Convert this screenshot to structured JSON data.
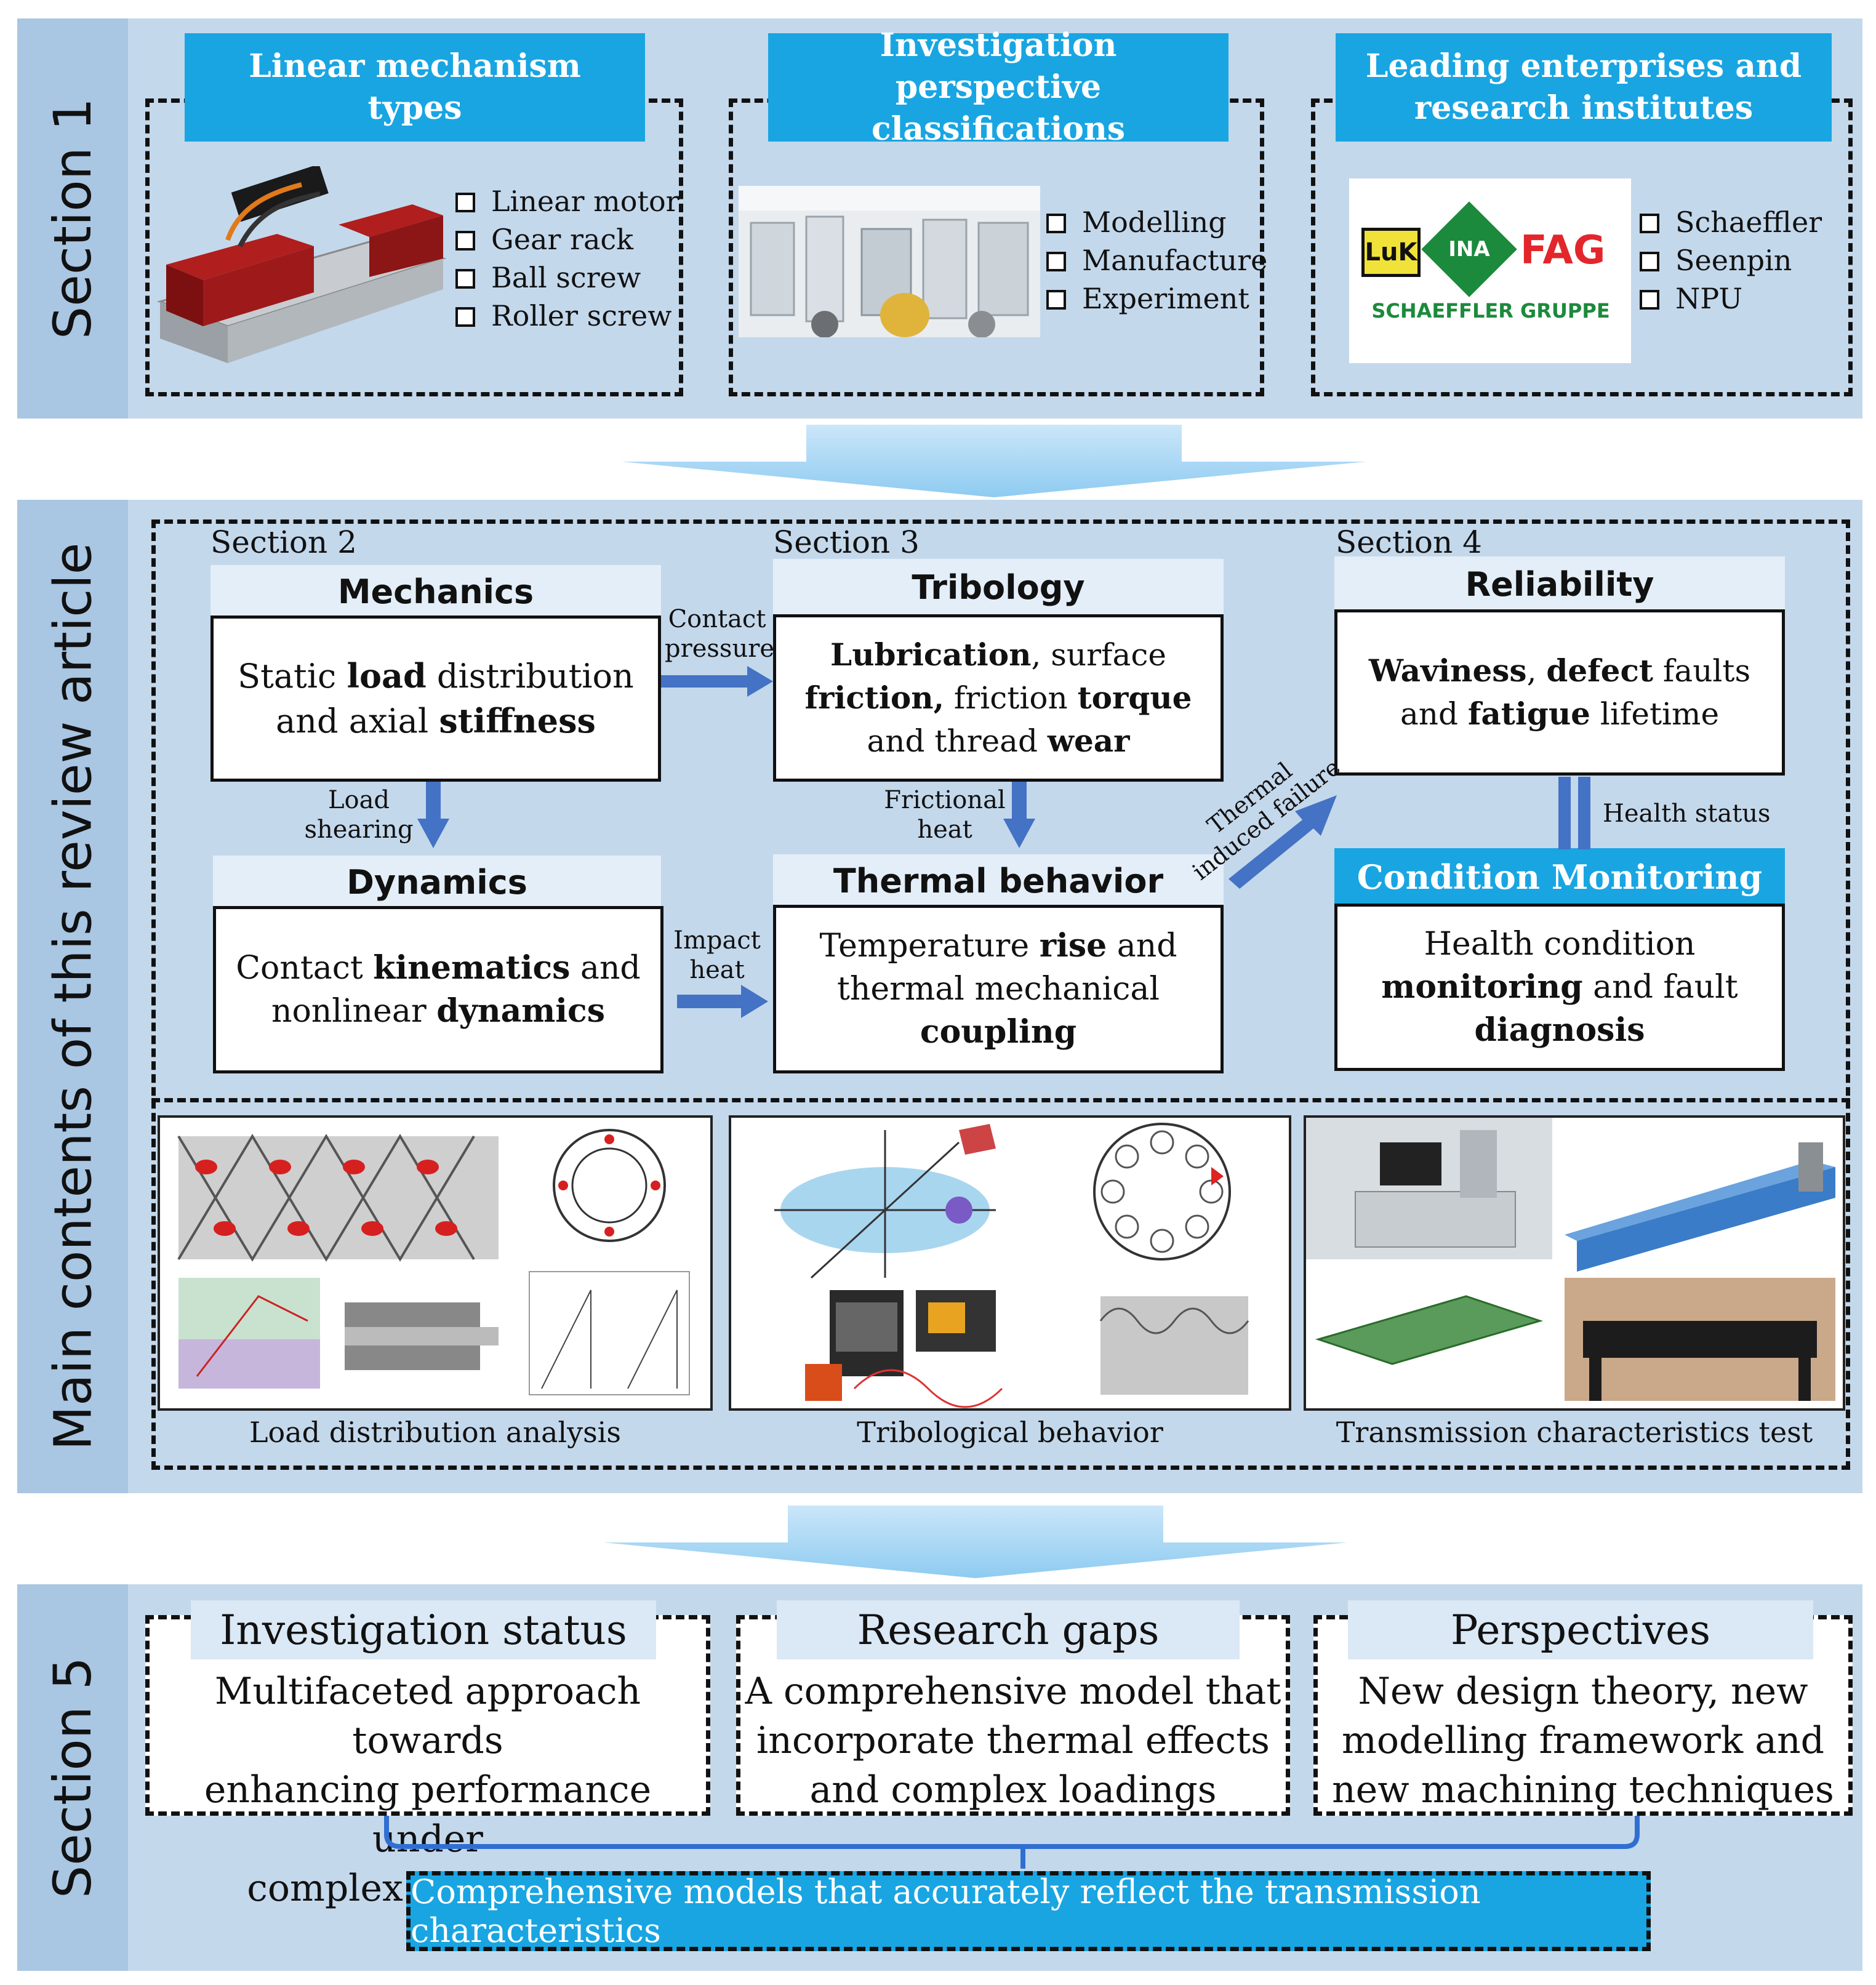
{
  "section1": {
    "label": "Section 1",
    "boxes": [
      {
        "title": "Linear mechanism types",
        "items": [
          "Linear motor",
          "Gear rack",
          "Ball screw",
          "Roller screw"
        ]
      },
      {
        "title": "Investigation perspective classifications",
        "items": [
          "Modelling",
          "Manufacture",
          "Experiment"
        ]
      },
      {
        "title": "Leading enterprises and research institutes",
        "items": [
          "Schaeffler",
          "Seenpin",
          "NPU"
        ],
        "logo_texts": {
          "luk": "LuK",
          "ina": "INA",
          "fag": "FAG",
          "group": "SCHAEFFLER GRUPPE"
        }
      }
    ]
  },
  "main": {
    "label": "Main contents of this review article",
    "section2": "Section 2",
    "section3": "Section 3",
    "section4": "Section 4",
    "mechanics": {
      "title": "Mechanics",
      "body_parts": [
        "Static ",
        "load",
        " distribution and axial ",
        "stiffness"
      ]
    },
    "tribology": {
      "title": "Tribology",
      "body_parts": [
        "Lubrication",
        ", surface ",
        "friction,",
        " friction ",
        "torque",
        " and thread ",
        "wear"
      ]
    },
    "reliability": {
      "title": "Reliability",
      "body_parts": [
        "Waviness",
        ", ",
        "defect",
        " faults and ",
        "fatigue",
        " lifetime"
      ]
    },
    "dynamics": {
      "title": "Dynamics",
      "body_parts": [
        "Contact ",
        "kinematics",
        " and nonlinear ",
        "dynamics"
      ]
    },
    "thermal": {
      "title": "Thermal behavior",
      "body_parts": [
        "Temperature ",
        "rise",
        " and thermal mechanical ",
        "coupling"
      ]
    },
    "monitoring": {
      "title": "Condition Monitoring",
      "body_parts": [
        "Health condition ",
        "monitoring",
        " and fault ",
        "diagnosis"
      ]
    },
    "arrows": {
      "contact_pressure": [
        "Contact",
        "pressure"
      ],
      "load_shearing": [
        "Load",
        "shearing"
      ],
      "frictional_heat": [
        "Frictional",
        "heat"
      ],
      "impact_heat": [
        "Impact",
        "heat"
      ],
      "thermal_failure": [
        "Thermal",
        "induced failure"
      ],
      "health_status": "Health status"
    },
    "captions": [
      "Load distribution analysis",
      "Tribological behavior",
      "Transmission characteristics test"
    ]
  },
  "section5": {
    "label": "Section 5",
    "boxes": [
      {
        "title": "Investigation status",
        "text": [
          "Multifaceted approach towards",
          "enhancing performance under",
          "complex conditions"
        ]
      },
      {
        "title": "Research gaps",
        "text": [
          "A comprehensive model that",
          "incorporate thermal effects",
          "and complex loadings"
        ]
      },
      {
        "title": "Perspectives",
        "text": [
          "New design theory, new",
          "modelling framework and",
          "new machining techniques"
        ]
      }
    ],
    "conclusion": "Comprehensive models that accurately reflect the transmission characteristics"
  },
  "colors": {
    "band": "#c4d8ec",
    "label": "#a9c6e3",
    "title_blue": "#19a5e2",
    "arrow": "#4472c4"
  }
}
